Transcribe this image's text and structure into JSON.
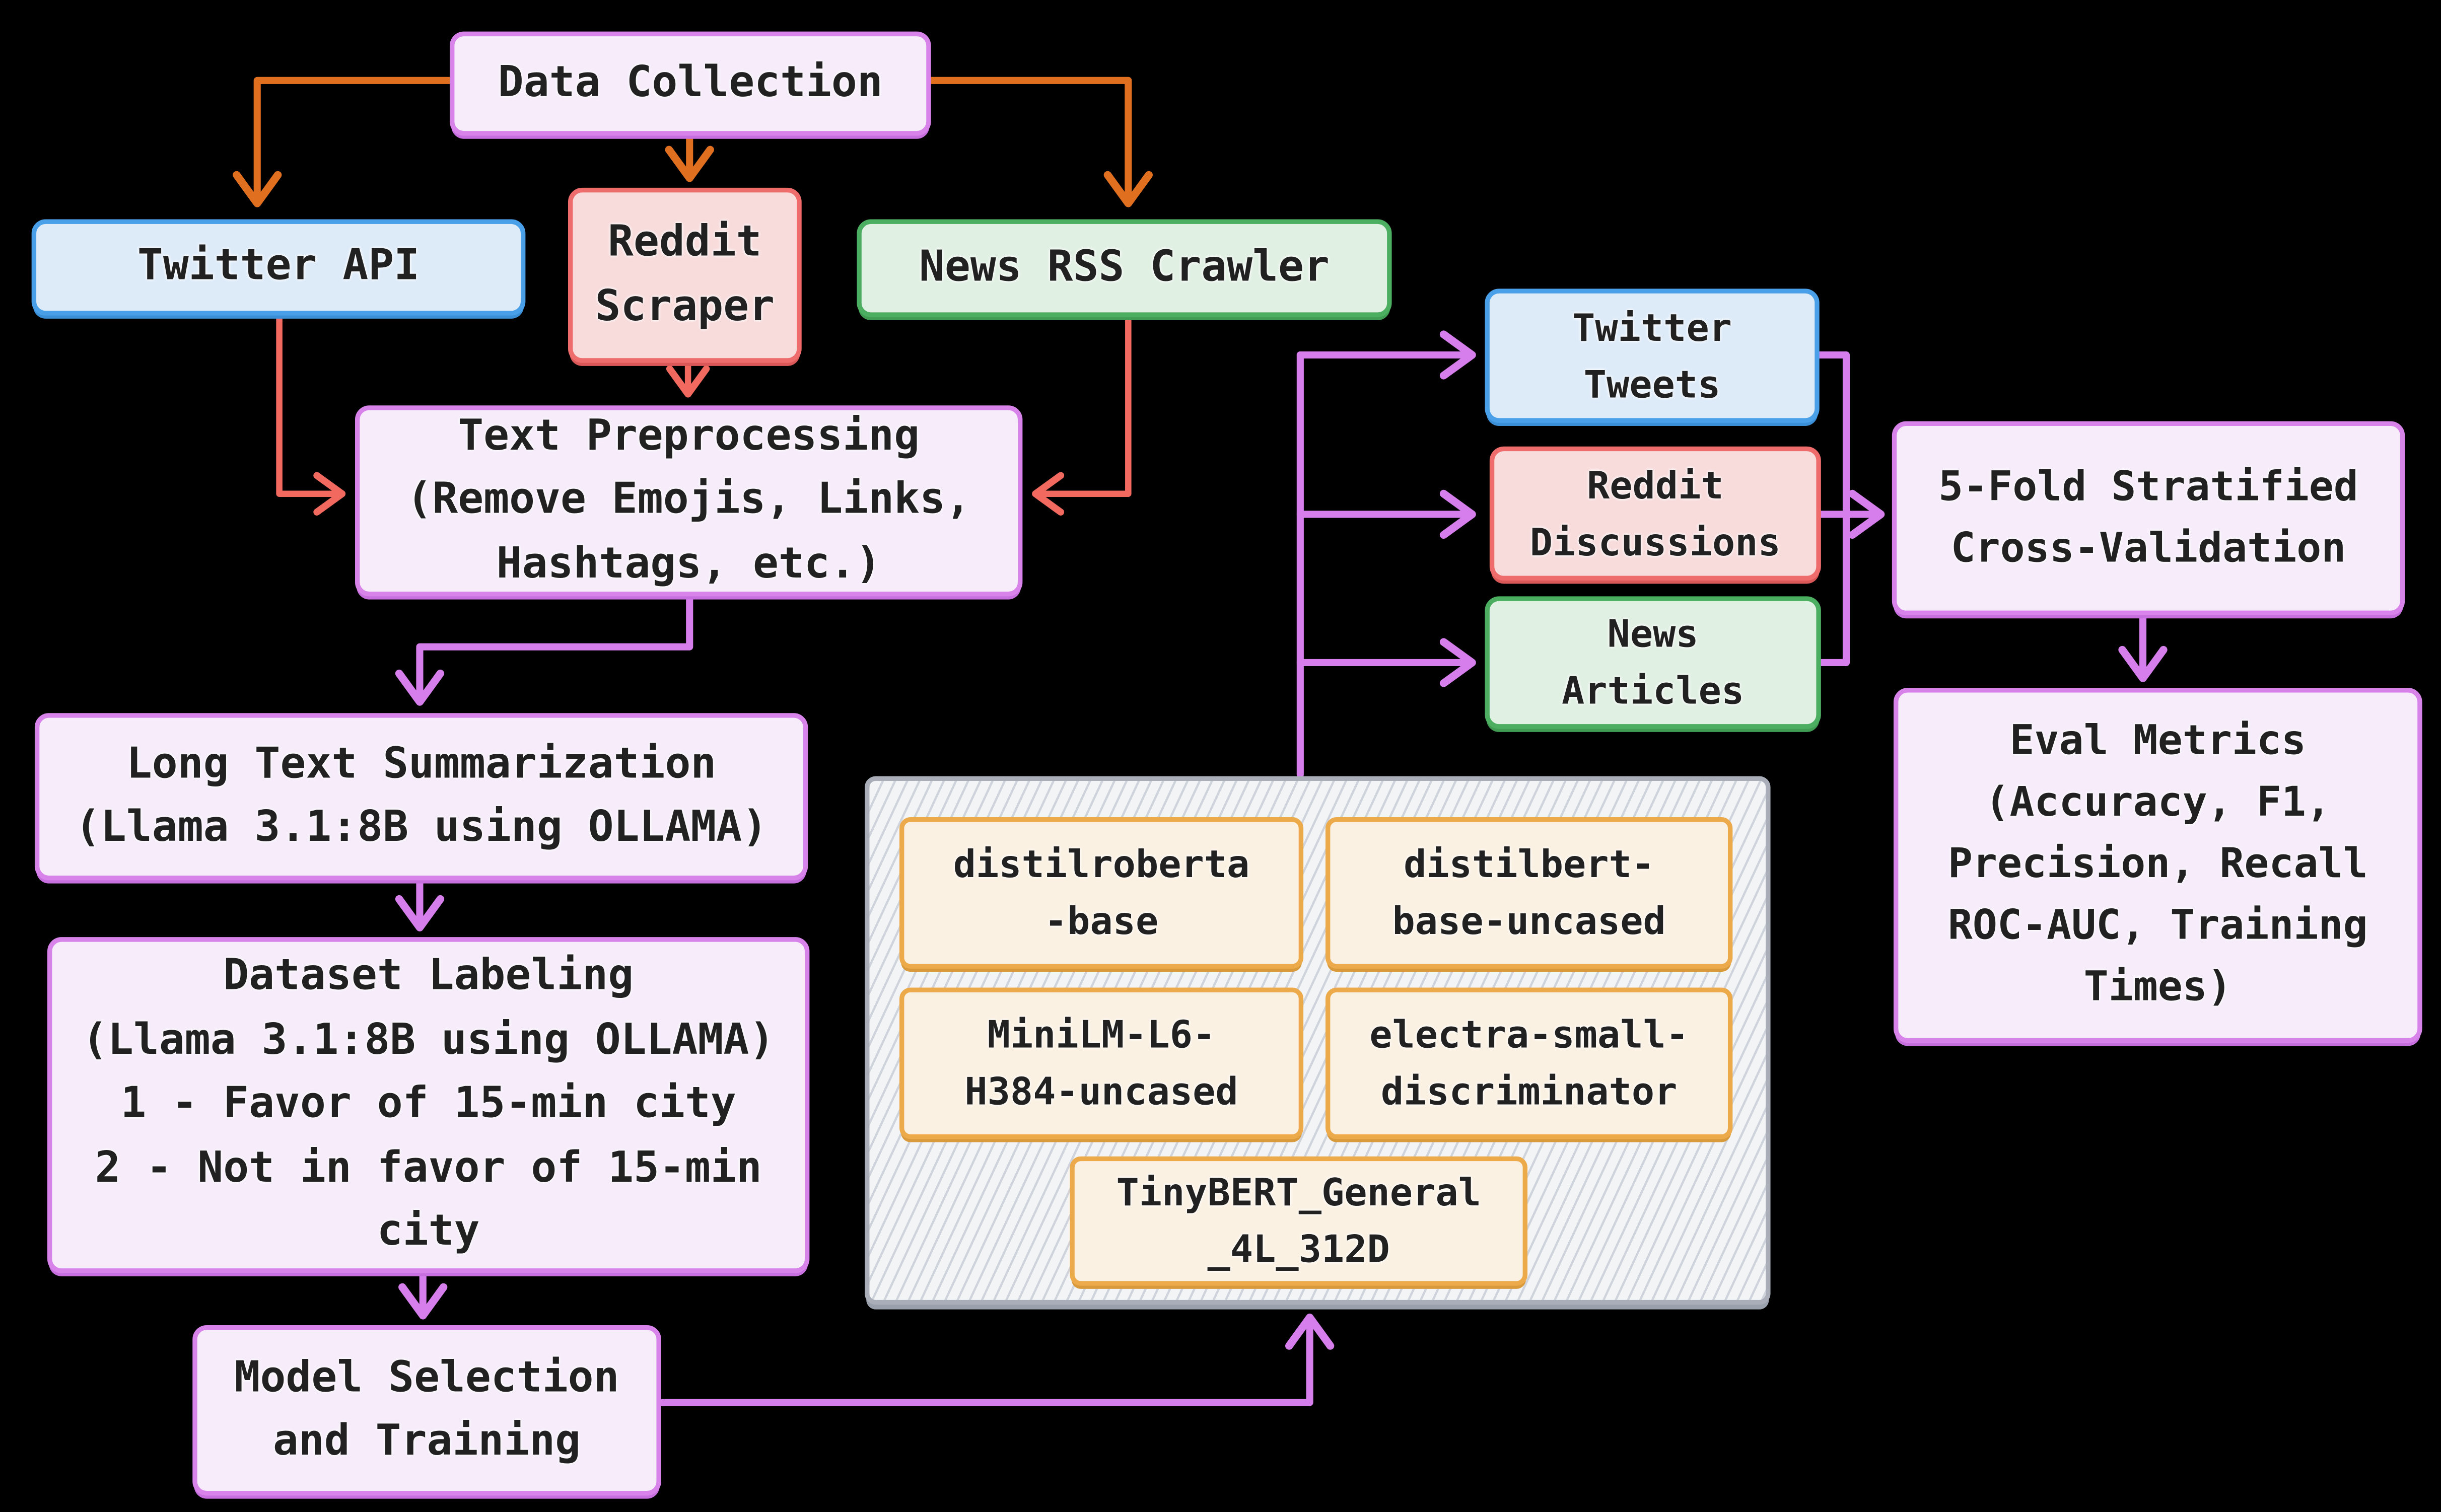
{
  "palette": {
    "background": "#000000",
    "node_purple_border": "#d783ea",
    "node_purple_fill": "#f6ecfa",
    "node_blue_border": "#4aa0e8",
    "node_blue_fill": "#ddebf9",
    "node_red_border": "#ef6c6c",
    "node_red_fill": "#f8dbdb",
    "node_green_border": "#4cae60",
    "node_green_fill": "#e0f0e3",
    "model_box_border": "#edaa4b",
    "model_box_fill": "#fbf1e2",
    "pool_border": "#a9aeb9",
    "pool_fill": "#f2f4f6",
    "edge_orange": "#e0701f",
    "edge_salmon": "#f2695f",
    "edge_purple": "#d67fec",
    "text": "#212121"
  },
  "nodes": {
    "data_collection": {
      "label": "Data Collection"
    },
    "twitter_api": {
      "label": "Twitter API"
    },
    "reddit_scraper": {
      "label": "Reddit\nScraper"
    },
    "news_rss_crawler": {
      "label": "News RSS Crawler"
    },
    "text_preprocessing": {
      "label": "Text Preprocessing\n(Remove Emojis, Links,\nHashtags, etc.)"
    },
    "long_text_summarization": {
      "label": "Long Text Summarization\n(Llama 3.1:8B using OLLAMA)"
    },
    "dataset_labeling": {
      "label": "Dataset Labeling\n(Llama 3.1:8B using OLLAMA)\n1 - Favor of 15-min city\n2 - Not in favor of 15-min\ncity"
    },
    "model_selection": {
      "label": "Model Selection\nand Training"
    },
    "model_distilroberta": {
      "label": "distilroberta\n-base"
    },
    "model_distilbert": {
      "label": "distilbert-\nbase-uncased"
    },
    "model_minilm": {
      "label": "MiniLM-L6-\nH384-uncased"
    },
    "model_electra": {
      "label": "electra-small-\ndiscriminator"
    },
    "model_tinybert": {
      "label": "TinyBERT_General\n_4L_312D"
    },
    "twitter_tweets": {
      "label": "Twitter\nTweets"
    },
    "reddit_discussions": {
      "label": "Reddit\nDiscussions"
    },
    "news_articles": {
      "label": "News\nArticles"
    },
    "cross_validation": {
      "label": "5-Fold Stratified\nCross-Validation"
    },
    "eval_metrics": {
      "label": "Eval Metrics\n(Accuracy, F1,\nPrecision, Recall\nROC-AUC, Training\nTimes)"
    }
  },
  "edges": [
    {
      "from": "data_collection",
      "to": "twitter_api",
      "color": "orange"
    },
    {
      "from": "data_collection",
      "to": "reddit_scraper",
      "color": "orange"
    },
    {
      "from": "data_collection",
      "to": "news_rss_crawler",
      "color": "orange"
    },
    {
      "from": "twitter_api",
      "to": "text_preprocessing",
      "color": "salmon"
    },
    {
      "from": "reddit_scraper",
      "to": "text_preprocessing",
      "color": "salmon"
    },
    {
      "from": "news_rss_crawler",
      "to": "text_preprocessing",
      "color": "salmon"
    },
    {
      "from": "text_preprocessing",
      "to": "long_text_summarization",
      "color": "purple"
    },
    {
      "from": "long_text_summarization",
      "to": "dataset_labeling",
      "color": "purple"
    },
    {
      "from": "dataset_labeling",
      "to": "model_selection",
      "color": "purple"
    },
    {
      "from": "model_selection",
      "to": "model_pool",
      "color": "purple"
    },
    {
      "from": "model_pool",
      "to": "twitter_tweets",
      "color": "purple"
    },
    {
      "from": "model_pool",
      "to": "reddit_discussions",
      "color": "purple"
    },
    {
      "from": "model_pool",
      "to": "news_articles",
      "color": "purple"
    },
    {
      "from": "twitter_tweets",
      "to": "cross_validation",
      "color": "purple"
    },
    {
      "from": "reddit_discussions",
      "to": "cross_validation",
      "color": "purple"
    },
    {
      "from": "news_articles",
      "to": "cross_validation",
      "color": "purple"
    },
    {
      "from": "cross_validation",
      "to": "eval_metrics",
      "color": "purple"
    }
  ]
}
